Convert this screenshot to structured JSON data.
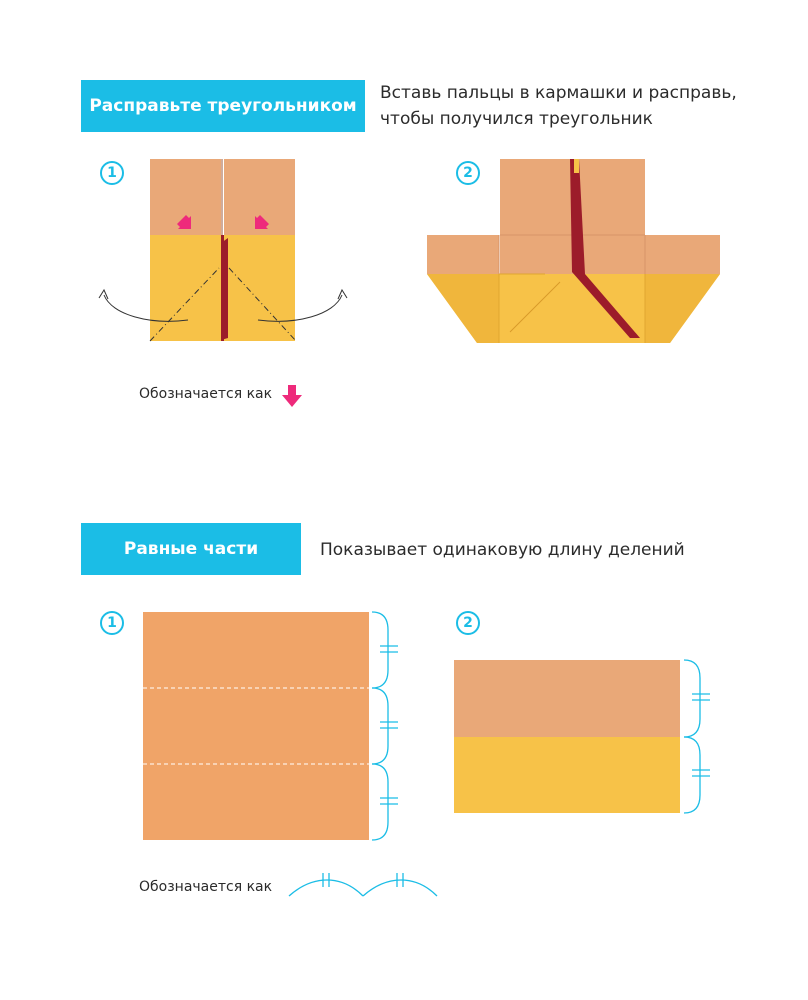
{
  "section1": {
    "badge": "Расправьте треугольником",
    "description_line1": "Вставь пальцы в кармашки и расправь,",
    "description_line2": "чтобы получился треугольник",
    "step1_number": "1",
    "step2_number": "2",
    "legend": "Обозначается как"
  },
  "section2": {
    "badge": "Равные части",
    "description": "Показывает одинаковую длину делений",
    "step1_number": "1",
    "step2_number": "2",
    "legend": "Обозначается как"
  },
  "colors": {
    "accent": "#1bbde6",
    "paper_tan": "#e9a878",
    "paper_orange": "#f0a468",
    "paper_yellow": "#f7c248",
    "fold_red": "#9c1c2a",
    "arrow_pink": "#ee2a7b"
  },
  "icons": {
    "fold_arrow": "pink-down-arrow-icon",
    "equal_marks": "equal-parts-brace-icon"
  }
}
